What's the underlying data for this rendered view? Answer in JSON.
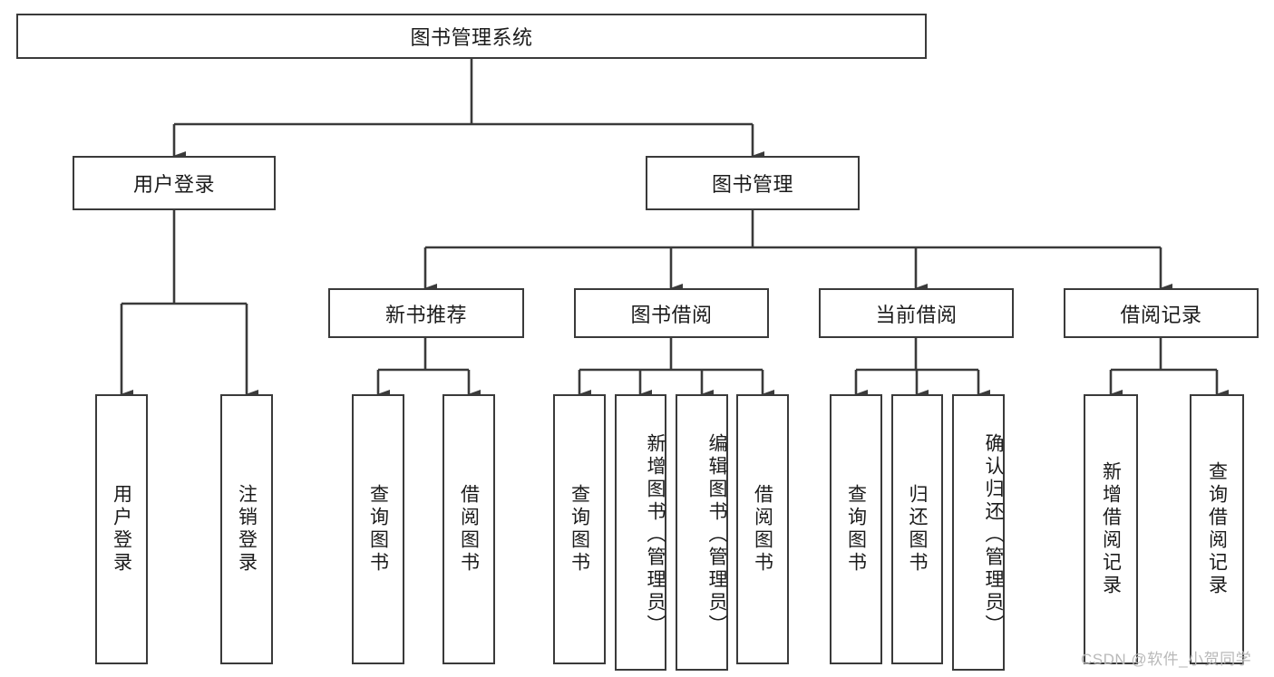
{
  "diagram": {
    "title": "图书管理系统",
    "type": "tree-hierarchy",
    "style": {
      "box_border_color": "#3a3a3a",
      "box_fill_color": "#ffffff",
      "edge_color": "#3a3a3a",
      "text_color": "#1b1b1b",
      "background": "#ffffff",
      "watermark_color": "#b9b9b9"
    },
    "root": {
      "label": "图书管理系统"
    },
    "level1": [
      {
        "label": "用户登录"
      },
      {
        "label": "图书管理"
      }
    ],
    "level2": [
      {
        "label": "新书推荐"
      },
      {
        "label": "图书借阅"
      },
      {
        "label": "当前借阅"
      },
      {
        "label": "借阅记录"
      }
    ],
    "leaves": {
      "user_login": [
        {
          "label": "用户登录"
        },
        {
          "label": "注销登录"
        }
      ],
      "new_book_recommend": [
        {
          "label": "查询图书"
        },
        {
          "label": "借阅图书"
        }
      ],
      "book_borrow": [
        {
          "label": "查询图书"
        },
        {
          "label": "新增图书（管理员）"
        },
        {
          "label": "编辑图书（管理员）"
        },
        {
          "label": "借阅图书"
        }
      ],
      "current_borrow": [
        {
          "label": "查询图书"
        },
        {
          "label": "归还图书"
        },
        {
          "label": "确认归还（管理员）"
        }
      ],
      "borrow_record": [
        {
          "label": "新增借阅记录"
        },
        {
          "label": "查询借阅记录"
        }
      ]
    }
  },
  "watermark": {
    "text": "CSDN @软件_小贺同学"
  }
}
